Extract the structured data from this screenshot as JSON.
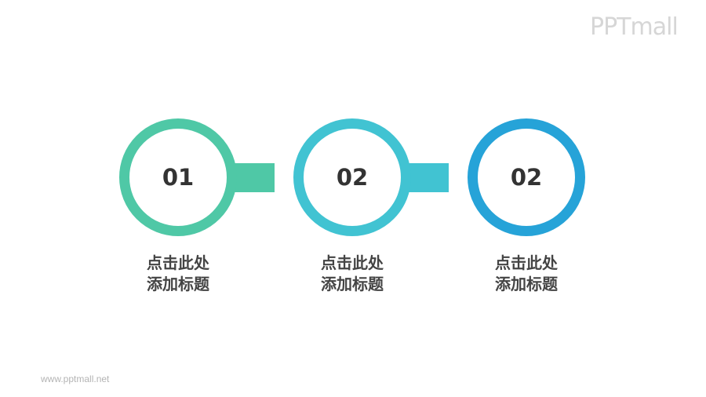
{
  "brand": {
    "logo_text": "PPTmall",
    "url": "www.pptmall.net"
  },
  "colors": {
    "step1": "#4fc8a6",
    "step2": "#41c3d2",
    "step3": "#26a3d8",
    "text": "#333333",
    "muted": "#d6d6d6"
  },
  "steps": [
    {
      "number": "01",
      "title_line1": "点击此处",
      "title_line2": "添加标题",
      "color": "#4fc8a6"
    },
    {
      "number": "02",
      "title_line1": "点击此处",
      "title_line2": "添加标题",
      "color": "#41c3d2"
    },
    {
      "number": "02",
      "title_line1": "点击此处",
      "title_line2": "添加标题",
      "color": "#26a3d8"
    }
  ]
}
